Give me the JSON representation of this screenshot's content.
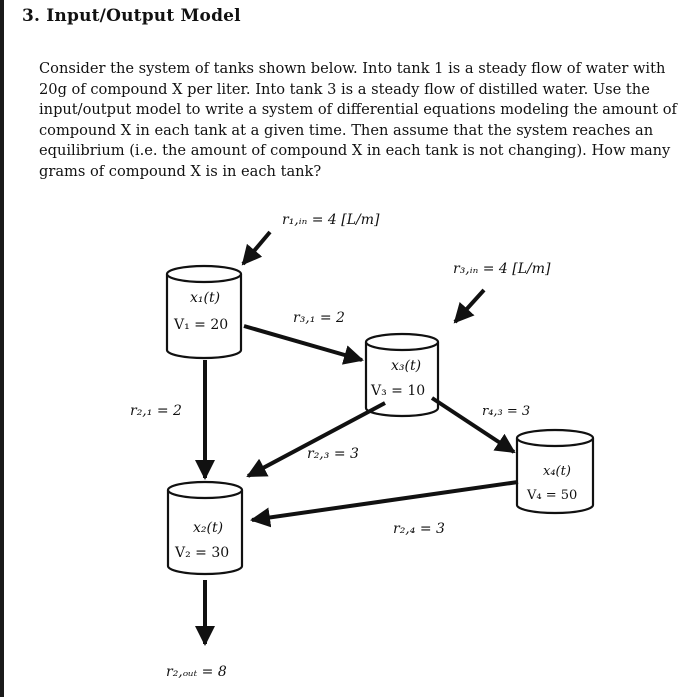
{
  "problem": {
    "heading": "3.  Input/Output Model",
    "lines": [
      "Consider the system of tanks shown below. Into tank 1 is a steady flow of water with",
      "20g of compound X per liter.  Into tank 3 is a steady flow of distilled water.  Use the",
      "input/output model to write a system of differential equations modeling the amount of",
      "compound X in each tank at a given time.  Then assume that the system reaches an",
      "equilibrium (i.e. the amount of compound X in each tank is not changing). How many",
      "grams of compound X is in each tank?"
    ]
  },
  "diagram": {
    "tanks": [
      {
        "id": "tank-1",
        "var": "x₁(t)",
        "vol": "V₁ = 20"
      },
      {
        "id": "tank-2",
        "var": "x₂(t)",
        "vol": "V₂ = 30"
      },
      {
        "id": "tank-3",
        "var": "x₃(t)",
        "vol": "V₃ = 10"
      },
      {
        "id": "tank-4",
        "var": "x₄(t)",
        "vol": "V₄ = 50"
      }
    ],
    "rates": {
      "r1_in": "r₁,ᵢₙ = 4 [L/m]",
      "r3_in": "r₃,ᵢₙ = 4 [L/m]",
      "r3_1": "r₃,₁ = 2",
      "r2_1": "r₂,₁ = 2",
      "r4_3": "r₄,₃ = 3",
      "r2_3": "r₂,₃ = 3",
      "r2_4": "r₂,₄ = 3",
      "r2_out": "r₂,ₒᵤₜ = 8"
    }
  }
}
